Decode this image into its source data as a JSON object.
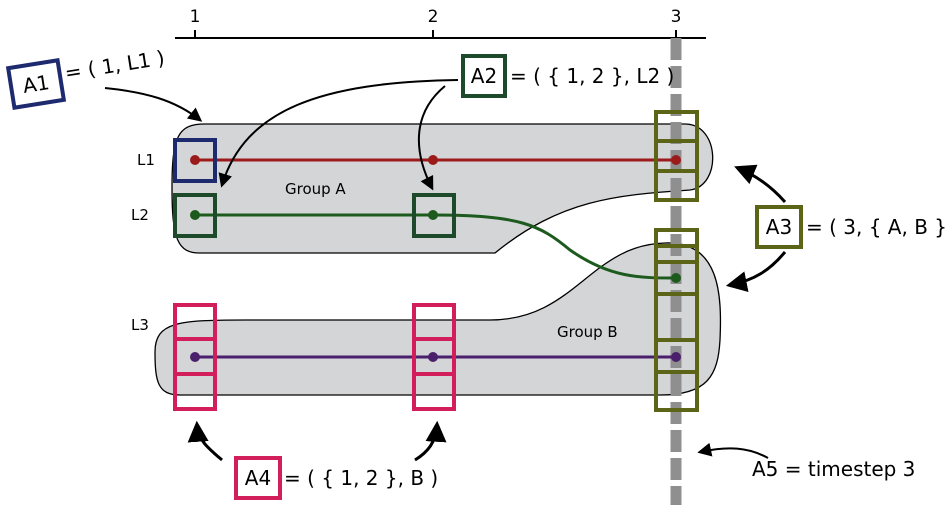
{
  "axis": {
    "ticks": [
      "1",
      "2",
      "3"
    ]
  },
  "lines": [
    {
      "label": "L1",
      "color": "#9b1b1b"
    },
    {
      "label": "L2",
      "color": "#1d5a1d"
    },
    {
      "label": "L3",
      "color": "#4a1f6b"
    }
  ],
  "groups": [
    {
      "label": "Group A"
    },
    {
      "label": "Group B"
    }
  ],
  "annotations": {
    "a1": {
      "id": "A1",
      "text": "= ( 1, L1 )",
      "color": "#1d2a6e"
    },
    "a2": {
      "id": "A2",
      "text": "= ( { 1, 2 }, L2 )",
      "color": "#1d4a2a"
    },
    "a3": {
      "id": "A3",
      "text": "= ( 3, { A, B } )",
      "color": "#5c6418"
    },
    "a4": {
      "id": "A4",
      "text": "= ( { 1, 2 }, B )",
      "color": "#d21e5a"
    },
    "a5": {
      "text": "A5 = timestep 3"
    }
  },
  "colors": {
    "group_fill": "#d4d5d7",
    "timestep_marker": "#8f8f8f"
  }
}
